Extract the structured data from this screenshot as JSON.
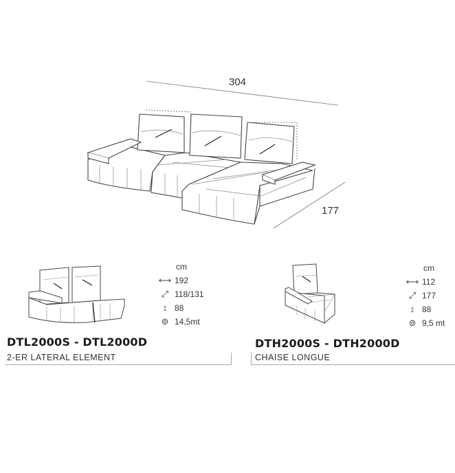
{
  "main": {
    "width_dim": "304",
    "depth_dim": "177"
  },
  "products": [
    {
      "code": "DTL2000S - DTL2000D",
      "name": "2-ER LATERAL ELEMENT",
      "unit": "cm",
      "specs": [
        {
          "icon": "width-arrow-icon",
          "glyph": "⟷",
          "value": "192"
        },
        {
          "icon": "depth-arrow-icon",
          "glyph": "⤢",
          "value": "118/131"
        },
        {
          "icon": "height-arrow-icon",
          "glyph": "↕",
          "value": "88"
        },
        {
          "icon": "fabric-roll-icon",
          "glyph": "⊚",
          "value": "14,5mt"
        }
      ]
    },
    {
      "code": "DTH2000S - DTH2000D",
      "name": "CHAISE LONGUE",
      "unit": "cm",
      "specs": [
        {
          "icon": "width-arrow-icon",
          "glyph": "⟷",
          "value": "112"
        },
        {
          "icon": "depth-arrow-icon",
          "glyph": "⤢",
          "value": "177"
        },
        {
          "icon": "height-arrow-icon",
          "glyph": "↕",
          "value": "88"
        },
        {
          "icon": "fabric-roll-icon",
          "glyph": "⊚",
          "value": "9,5 mt"
        }
      ]
    }
  ]
}
